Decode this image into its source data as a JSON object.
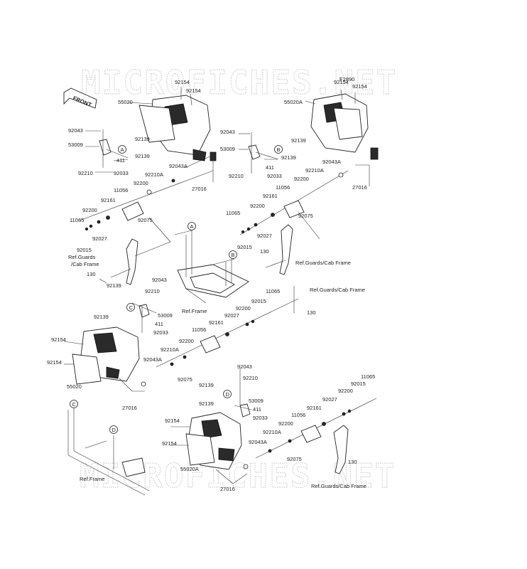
{
  "watermark": "MICROFICHES.NET",
  "front_label": "FRONT",
  "callouts": [
    {
      "id": "A",
      "text": "A"
    },
    {
      "id": "B",
      "text": "B"
    },
    {
      "id": "C",
      "text": "C"
    },
    {
      "id": "D",
      "text": "D"
    },
    {
      "id": "A2",
      "text": "A"
    },
    {
      "id": "B2",
      "text": "B"
    },
    {
      "id": "C2",
      "text": "C"
    },
    {
      "id": "D2",
      "text": "D"
    }
  ],
  "labels": [
    "92154",
    "92154",
    "55020",
    "92043",
    "92139",
    "53009",
    "92139",
    "411",
    "92210",
    "92033",
    "92043A",
    "92210A",
    "92200",
    "27016",
    "11056",
    "92161",
    "92200",
    "11065",
    "92075",
    "92027",
    "92015",
    "Ref.Guards",
    "/Cab Frame",
    "130",
    "F2890",
    "92154",
    "92154",
    "55020A",
    "92043",
    "92139",
    "53009",
    "92139",
    "411",
    "92210",
    "92033",
    "92043A",
    "92210A",
    "92200",
    "27016",
    "11056",
    "92161",
    "92200",
    "11065",
    "92075",
    "92027",
    "92015",
    "130",
    "Ref.Guards/Cab Frame",
    "92043",
    "92139",
    "92210",
    "92139",
    "53009",
    "411",
    "92033",
    "Ref.Frame",
    "Ref.Guards/Cab Frame",
    "11065",
    "92015",
    "92200",
    "92027",
    "92161",
    "11056",
    "130",
    "92154",
    "92154",
    "55020",
    "92200",
    "92210A",
    "92043A",
    "92075",
    "27016",
    "92043",
    "92139",
    "92210",
    "92139",
    "53009",
    "411",
    "92033",
    "11065",
    "92015",
    "92200",
    "92027",
    "92161",
    "11056",
    "92200",
    "92210A",
    "92043A",
    "92154",
    "92154",
    "55020A",
    "92075",
    "27016",
    "Ref.Frame",
    "Ref.Guards/Cab Frame",
    "130"
  ]
}
